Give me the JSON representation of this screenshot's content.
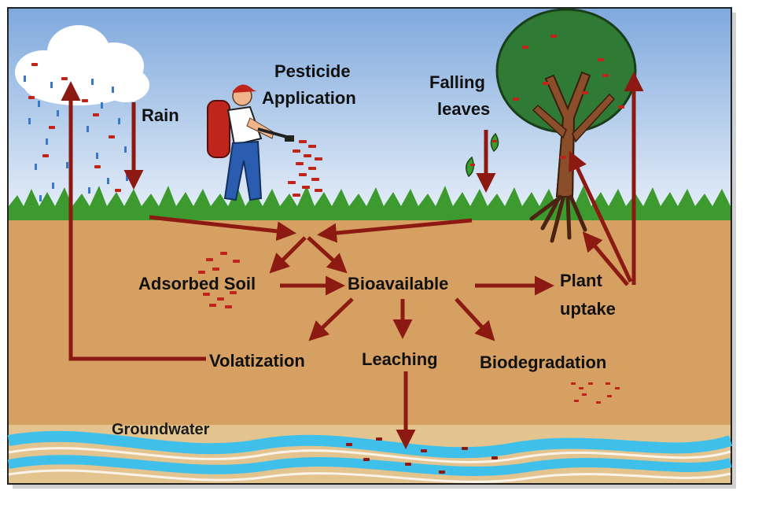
{
  "labels": {
    "rain": "Rain",
    "pesticide_line1": "Pesticide",
    "pesticide_line2": "Application",
    "falling_line1": "Falling",
    "falling_line2": "leaves",
    "adsorbed_soil": "Adsorbed Soil",
    "bioavailable": "Bioavailable",
    "plant_line1": "Plant",
    "plant_line2": "uptake",
    "volatization": "Volatization",
    "leaching": "Leaching",
    "biodegradation": "Biodegradation",
    "groundwater": "Groundwater"
  },
  "colors": {
    "sky_top": "#7fa9dd",
    "sky_bottom": "#e6eef8",
    "soil": "#d6a062",
    "groundwater": "#3fc0ea",
    "arrow": "#8c1a12",
    "grass": "#3c9a2e",
    "tree_canopy": "#2f7a34",
    "tree_trunk": "#8a4e2a"
  }
}
